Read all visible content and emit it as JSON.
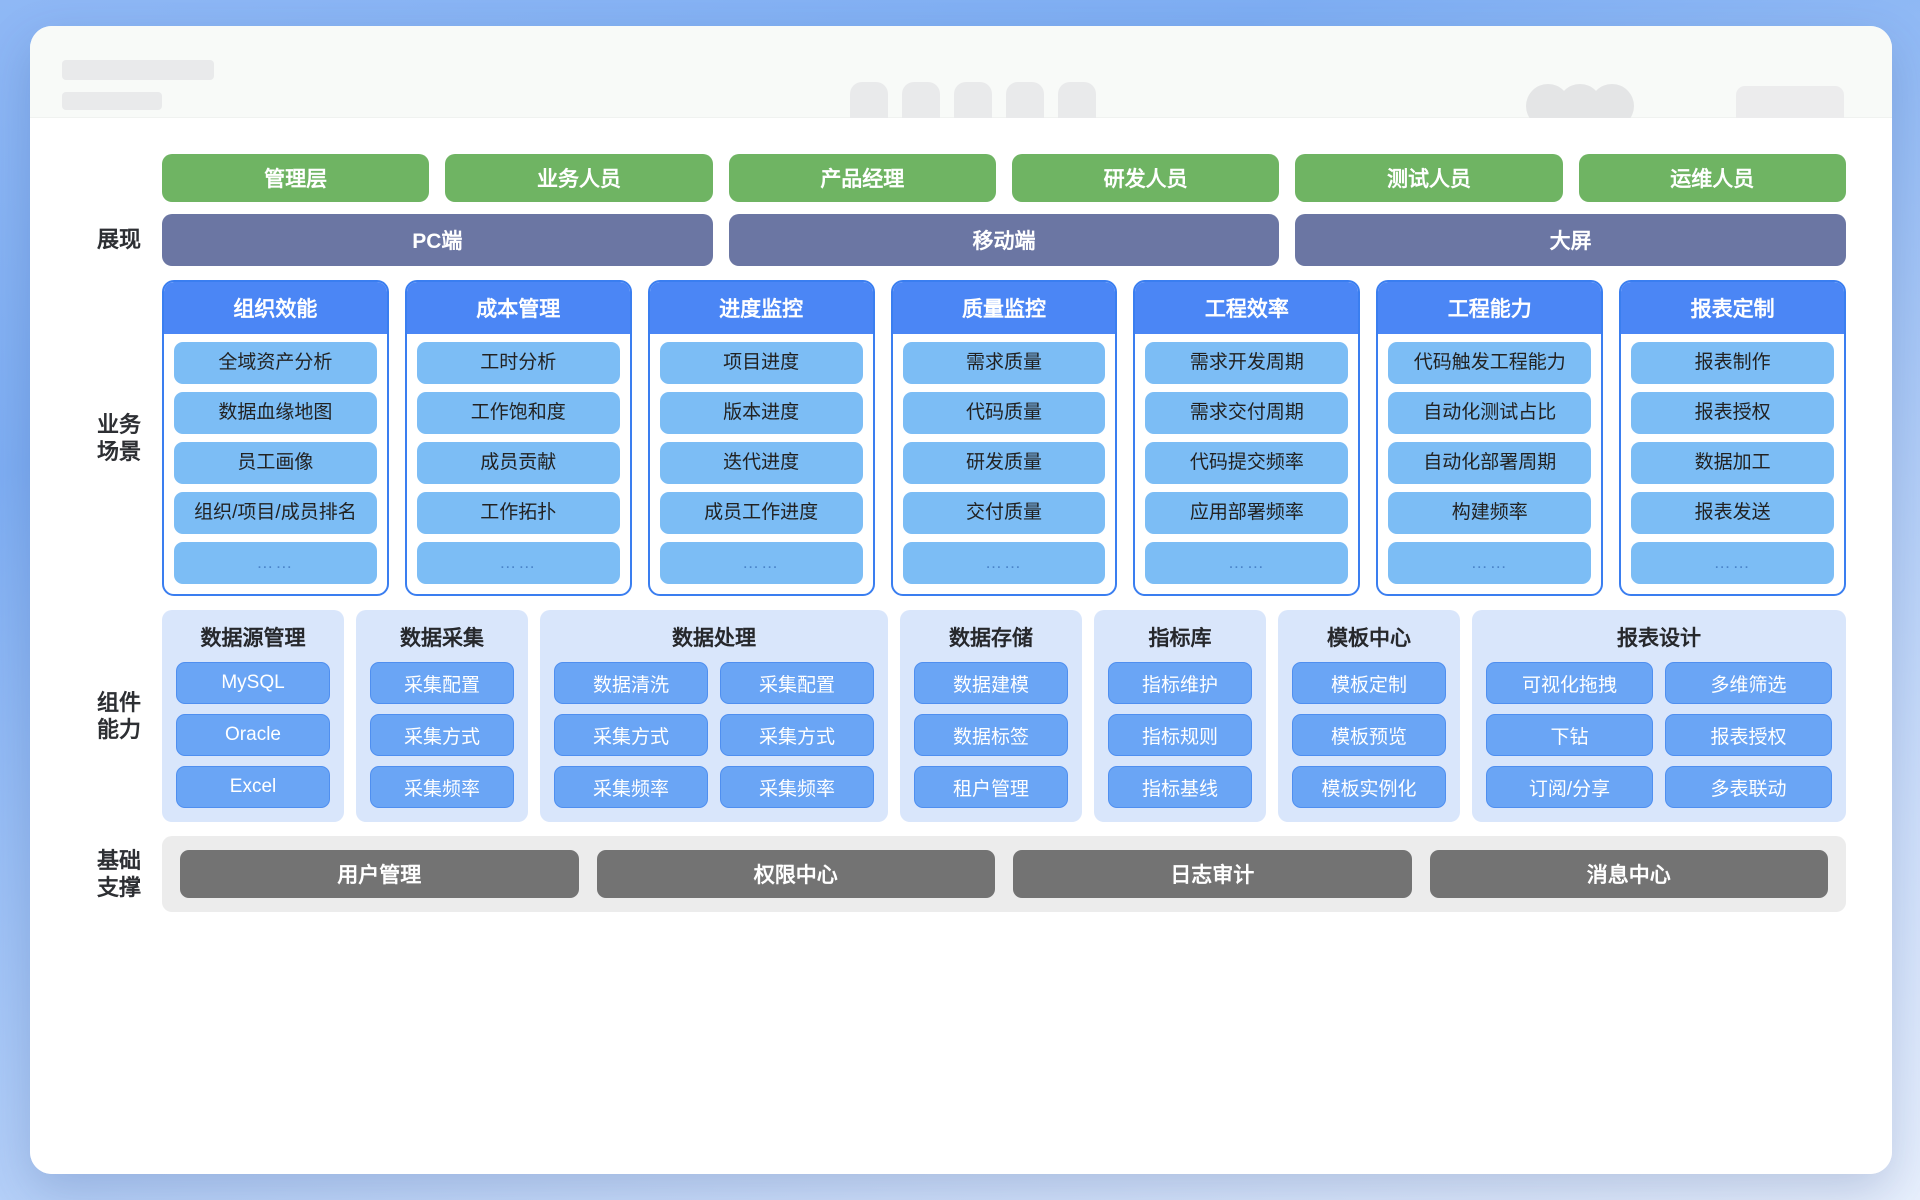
{
  "titlebar": {
    "skeleton_title": "",
    "skeleton_subtitle": "",
    "tab_count": 5,
    "avatar_count": 3,
    "button_label": ""
  },
  "colors": {
    "role_green": "#6fb463",
    "presentation_slate": "#6b76a3",
    "business_blue": "#4b86f5",
    "business_item_blue": "#7cbdf5",
    "component_panel": "#d9e6fb",
    "component_item": "#6aa5f5",
    "foundation_gray": "#737373",
    "foundation_panel": "#ececec",
    "page_background": "#8fb8f5"
  },
  "roles": [
    {
      "label": "管理层"
    },
    {
      "label": "业务人员"
    },
    {
      "label": "产品经理"
    },
    {
      "label": "研发人员"
    },
    {
      "label": "测试人员"
    },
    {
      "label": "运维人员"
    }
  ],
  "presentation": {
    "row_label": "展现",
    "items": [
      {
        "label": "PC端",
        "width": 3
      },
      {
        "label": "移动端",
        "width": 3
      },
      {
        "label": "大屏",
        "width": 3
      }
    ]
  },
  "business": {
    "row_label": "业务\n场景",
    "columns": [
      {
        "title": "组织效能",
        "items": [
          "全域资产分析",
          "数据血缘地图",
          "员工画像",
          "组织/项目/成员排名",
          "……"
        ]
      },
      {
        "title": "成本管理",
        "items": [
          "工时分析",
          "工作饱和度",
          "成员贡献",
          "工作拓扑",
          "……"
        ]
      },
      {
        "title": "进度监控",
        "items": [
          "项目进度",
          "版本进度",
          "迭代进度",
          "成员工作进度",
          "……"
        ]
      },
      {
        "title": "质量监控",
        "items": [
          "需求质量",
          "代码质量",
          "研发质量",
          "交付质量",
          "……"
        ]
      },
      {
        "title": "工程效率",
        "items": [
          "需求开发周期",
          "需求交付周期",
          "代码提交频率",
          "应用部署频率",
          "……"
        ]
      },
      {
        "title": "工程能力",
        "items": [
          "代码触发工程能力",
          "自动化测试占比",
          "自动化部署周期",
          "构建频率",
          "……"
        ]
      },
      {
        "title": "报表定制",
        "items": [
          "报表制作",
          "报表授权",
          "数据加工",
          "报表发送",
          "……"
        ]
      }
    ]
  },
  "components": {
    "row_label": "组件\n能力",
    "groups": [
      {
        "title": "数据源管理",
        "columns": [
          [
            "MySQL",
            "Oracle",
            "Excel"
          ]
        ]
      },
      {
        "title": "数据采集",
        "columns": [
          [
            "采集配置",
            "采集方式",
            "采集频率"
          ]
        ]
      },
      {
        "title": "数据处理",
        "columns": [
          [
            "数据清洗",
            "采集方式",
            "采集频率"
          ],
          [
            "采集配置",
            "采集方式",
            "采集频率"
          ]
        ]
      },
      {
        "title": "数据存储",
        "columns": [
          [
            "数据建模",
            "数据标签",
            "租户管理"
          ]
        ]
      },
      {
        "title": "指标库",
        "columns": [
          [
            "指标维护",
            "指标规则",
            "指标基线"
          ]
        ]
      },
      {
        "title": "模板中心",
        "columns": [
          [
            "模板定制",
            "模板预览",
            "模板实例化"
          ]
        ]
      },
      {
        "title": "报表设计",
        "columns": [
          [
            "可视化拖拽",
            "下钻",
            "订阅/分享"
          ],
          [
            "多维筛选",
            "报表授权",
            "多表联动"
          ]
        ]
      }
    ]
  },
  "foundation": {
    "row_label": "基础\n支撑",
    "items": [
      "用户管理",
      "权限中心",
      "日志审计",
      "消息中心"
    ]
  }
}
